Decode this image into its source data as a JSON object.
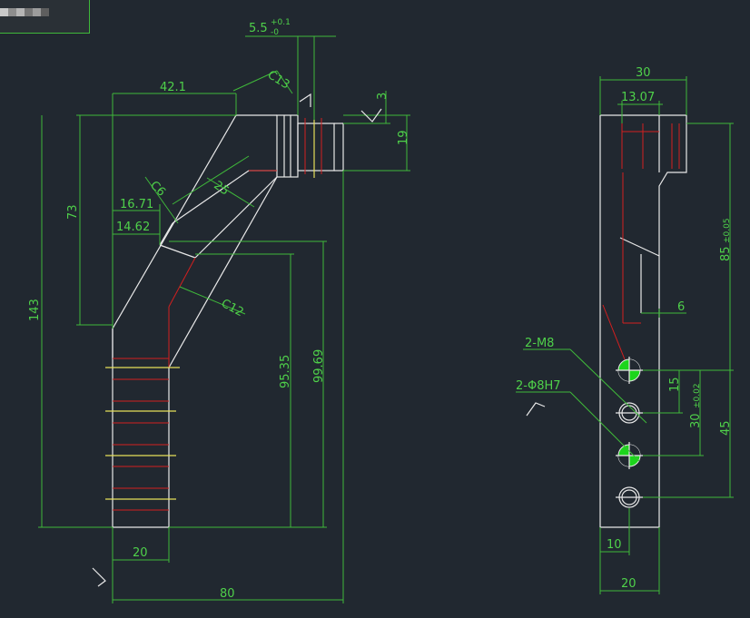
{
  "palette": {
    "background": "#212830",
    "dimension": "#4fd14a",
    "outline": "#e8e8e8",
    "center": "#d21f1f",
    "thread": "#e6e05a",
    "datum_fill": "#1cd51c"
  },
  "left_view": {
    "d_5_5": "5.5",
    "d_5_5_tol_upper": "+0.1",
    "d_5_5_tol_lower": "-0",
    "d_42_1": "42.1",
    "d_c13": "C13",
    "d_3": "3",
    "d_19": "19",
    "d_73": "73",
    "d_c6": "C6",
    "d_25": "25",
    "d_16_71": "16.71",
    "d_14_62": "14.62",
    "d_143": "143",
    "d_c12": "C12",
    "d_95_35": "95.35",
    "d_99_69": "99.69",
    "d_20": "20",
    "d_80": "80"
  },
  "right_view": {
    "d_30": "30",
    "d_13_07": "13.07",
    "d_85": "85",
    "d_85_tol": "±0.05",
    "d_6": "6",
    "callout_m8": "2-M8",
    "callout_phi8": "2-Φ8H7",
    "d_15": "15",
    "d_30b": "30",
    "d_30b_tol": "±0.02",
    "d_45": "45",
    "d_10": "10",
    "d_20": "20"
  }
}
